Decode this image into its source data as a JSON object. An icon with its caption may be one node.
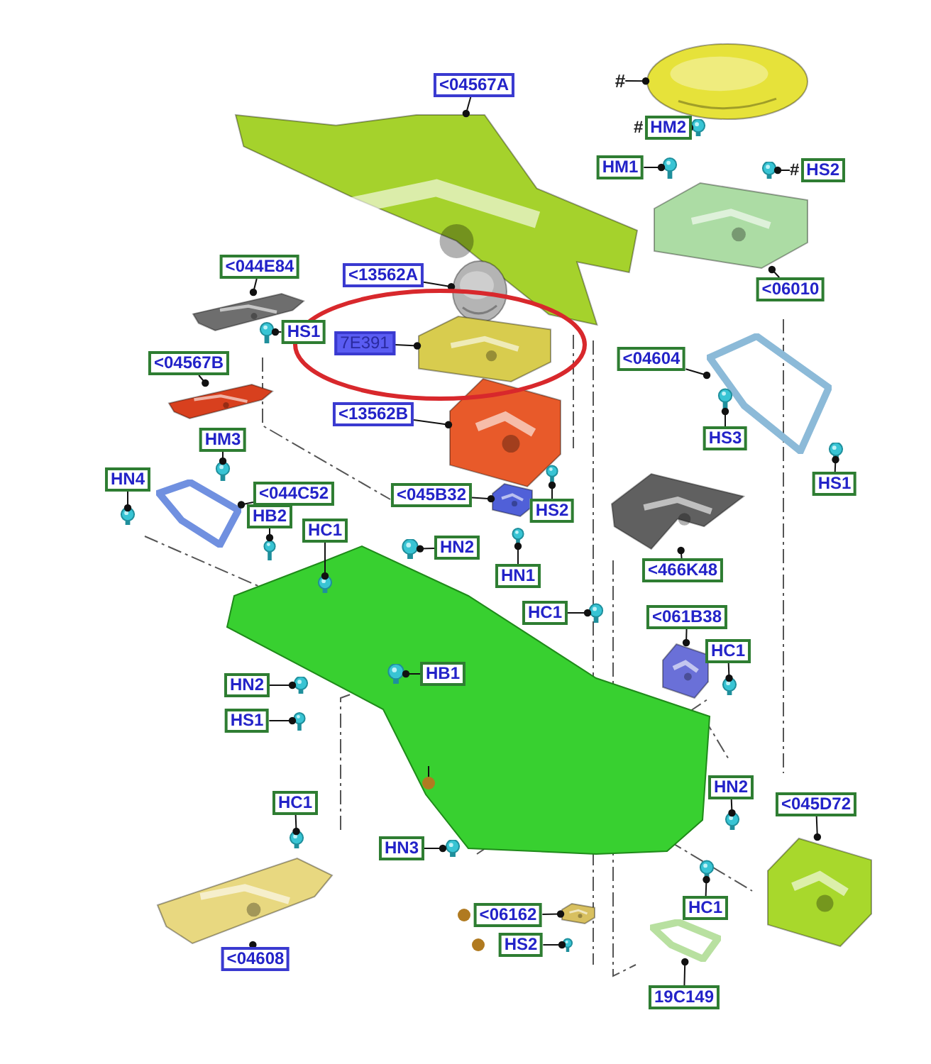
{
  "diagram": {
    "nodes": [
      {
        "text": [
          "<04567A"
        ]
      },
      {
        "text": [
          "#"
        ]
      },
      {
        "text": [
          "HM2"
        ],
        "beside": [
          "#"
        ]
      },
      {
        "text": [
          "HM1"
        ]
      },
      {
        "text": [
          "HS2"
        ],
        "beside": [
          "#"
        ]
      },
      {
        "text": [
          "<06010"
        ]
      },
      {
        "text": [
          "<044E84"
        ]
      },
      {
        "text": [
          "<13562A"
        ]
      },
      {
        "text": [
          "HS1"
        ]
      },
      {
        "text": [
          "7E391"
        ]
      },
      {
        "text": [
          "<04567B"
        ]
      },
      {
        "text": [
          "<04604"
        ]
      },
      {
        "text": [
          "<13562B"
        ]
      },
      {
        "text": [
          "HM3"
        ]
      },
      {
        "text": [
          "HS3"
        ]
      },
      {
        "text": [
          "HS1"
        ]
      },
      {
        "text": [
          "HN4"
        ]
      },
      {
        "text": [
          "<044C52"
        ]
      },
      {
        "text": [
          "<045B32"
        ]
      },
      {
        "text": [
          "HS2"
        ]
      },
      {
        "text": [
          "HB2"
        ]
      },
      {
        "text": [
          "HC1"
        ]
      },
      {
        "text": [
          "HN2"
        ]
      },
      {
        "text": [
          "HN1"
        ]
      },
      {
        "text": [
          "<466K48"
        ]
      },
      {
        "text": [
          "HC1"
        ]
      },
      {
        "text": [
          "<061B38"
        ]
      },
      {
        "text": [
          "HC1"
        ]
      },
      {
        "text": [
          "HB1"
        ]
      },
      {
        "text": [
          "HN2"
        ]
      },
      {
        "text": [
          "HS1"
        ]
      },
      {
        "text": [
          "HN2"
        ]
      },
      {
        "text": [
          "<045D72"
        ]
      },
      {
        "text": [
          "HC1"
        ]
      },
      {
        "text": [
          "HN3"
        ]
      },
      {
        "text": [
          "<06162"
        ]
      },
      {
        "text": [
          "HC1"
        ]
      },
      {
        "text": [
          "HS2"
        ]
      },
      {
        "text": [
          "<04608"
        ]
      },
      {
        "text": [
          "19C149"
        ]
      },
      {
        "text": [],
        "shape": "picture"
      },
      {
        "text": [],
        "shape": "picture"
      },
      {
        "text": [],
        "shape": "picture"
      },
      {
        "text": [],
        "shape": "picture"
      },
      {
        "text": [],
        "shape": "picture"
      },
      {
        "text": [],
        "shape": "picture"
      },
      {
        "text": [],
        "shape": "picture"
      },
      {
        "text": [],
        "shape": "picture"
      },
      {
        "text": [],
        "shape": "picture"
      },
      {
        "text": [],
        "shape": "picture"
      },
      {
        "text": [],
        "shape": "picture"
      },
      {
        "text": [],
        "shape": "picture"
      },
      {
        "text": [],
        "shape": "picture"
      },
      {
        "text": [],
        "shape": "picture"
      },
      {
        "text": [],
        "shape": "picture"
      },
      {
        "text": [],
        "shape": "picture"
      },
      {
        "text": [],
        "shape": "picture"
      },
      {
        "text": [],
        "shape": "picture"
      },
      {
        "text": [],
        "shape": "picture"
      },
      {
        "text": [],
        "shape": "picture"
      },
      {
        "text": [],
        "shape": "picture"
      },
      {
        "text": [],
        "shape": "picture"
      },
      {
        "text": [],
        "shape": "picture"
      },
      {
        "text": [],
        "shape": "picture"
      },
      {
        "text": [],
        "shape": "picture"
      },
      {
        "text": [],
        "shape": "picture"
      },
      {
        "text": [],
        "shape": "picture"
      },
      {
        "text": [],
        "shape": "picture"
      },
      {
        "text": [],
        "shape": "picture"
      },
      {
        "text": [],
        "shape": "picture"
      },
      {
        "text": [],
        "shape": "picture"
      },
      {
        "text": [],
        "shape": "picture"
      },
      {
        "text": [],
        "shape": "picture"
      },
      {
        "text": [],
        "shape": "picture"
      },
      {
        "text": [],
        "shape": "picture"
      },
      {
        "text": [],
        "shape": "picture"
      },
      {
        "text": [],
        "shape": "picture"
      },
      {
        "text": [],
        "shape": "picture"
      },
      {
        "text": [],
        "shape": "picture"
      },
      {
        "text": [],
        "shape": "picture"
      }
    ],
    "edges": [
      {
        "from": 0,
        "to": 40,
        "arrow": "other"
      },
      {
        "from": 1,
        "to": 41,
        "arrow": "other"
      },
      {
        "from": 2,
        "to": 42,
        "arrow": "other"
      },
      {
        "from": 3,
        "to": 43,
        "arrow": "other"
      },
      {
        "from": 4,
        "to": 44,
        "arrow": "other"
      },
      {
        "from": 5,
        "to": 45,
        "arrow": "other"
      },
      {
        "from": 6,
        "to": 46,
        "arrow": "other"
      },
      {
        "from": 7,
        "to": 47,
        "arrow": "other"
      },
      {
        "from": 8,
        "to": 48,
        "arrow": "other"
      },
      {
        "from": 9,
        "to": 49,
        "arrow": "other"
      },
      {
        "from": 10,
        "to": 50,
        "arrow": "other"
      },
      {
        "from": 11,
        "to": 51,
        "arrow": "other"
      },
      {
        "from": 12,
        "to": 52,
        "arrow": "other"
      },
      {
        "from": 13,
        "to": 53,
        "arrow": "other"
      },
      {
        "from": 14,
        "to": 54,
        "arrow": "other"
      },
      {
        "from": 15,
        "to": 55,
        "arrow": "other"
      },
      {
        "from": 16,
        "to": 56,
        "arrow": "other"
      },
      {
        "from": 17,
        "to": 57,
        "arrow": "other"
      },
      {
        "from": 18,
        "to": 58,
        "arrow": "other"
      },
      {
        "from": 19,
        "to": 59,
        "arrow": "other"
      },
      {
        "from": 20,
        "to": 60,
        "arrow": "other"
      },
      {
        "from": 21,
        "to": 61,
        "arrow": "other"
      },
      {
        "from": 22,
        "to": 62,
        "arrow": "other"
      },
      {
        "from": 23,
        "to": 63,
        "arrow": "other"
      },
      {
        "from": 24,
        "to": 64,
        "arrow": "other"
      },
      {
        "from": 25,
        "to": 65,
        "arrow": "other"
      },
      {
        "from": 26,
        "to": 66,
        "arrow": "other"
      },
      {
        "from": 27,
        "to": 67,
        "arrow": "other"
      },
      {
        "from": 28,
        "to": 68,
        "arrow": "other"
      },
      {
        "from": 29,
        "to": 69,
        "arrow": "other"
      },
      {
        "from": 30,
        "to": 70,
        "arrow": "other"
      },
      {
        "from": 31,
        "to": 71,
        "arrow": "other"
      },
      {
        "from": 32,
        "to": 72,
        "arrow": "other"
      },
      {
        "from": 33,
        "to": 73,
        "arrow": "other"
      },
      {
        "from": 34,
        "to": 74,
        "arrow": "other"
      },
      {
        "from": 35,
        "to": 75,
        "arrow": "other"
      },
      {
        "from": 36,
        "to": 76,
        "arrow": "other"
      },
      {
        "from": 37,
        "to": 77,
        "arrow": "other"
      },
      {
        "from": 38,
        "to": 78,
        "arrow": "other"
      },
      {
        "from": 39,
        "to": 79,
        "arrow": "other"
      }
    ]
  }
}
